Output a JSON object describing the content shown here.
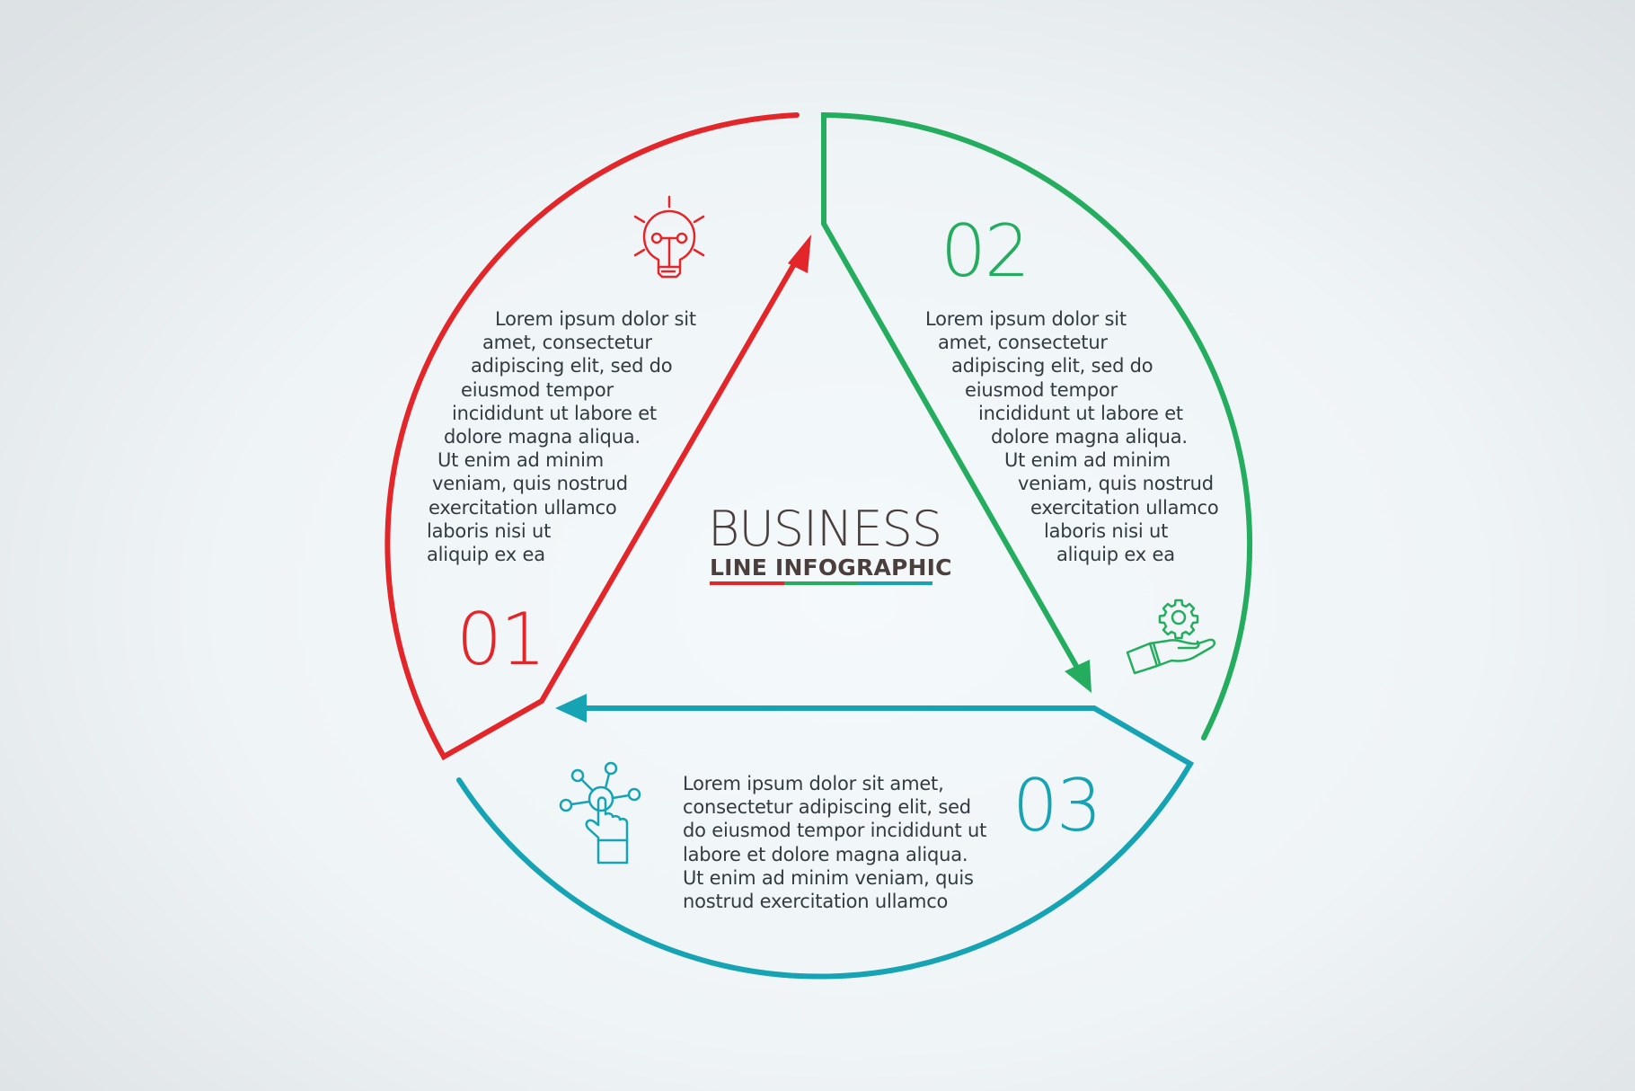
{
  "title": {
    "main": "BUSINESS",
    "sub": "LINE INFOGRAPHIC"
  },
  "colors": {
    "red": "#e3262a",
    "green": "#24ad5e",
    "teal": "#16a3b3",
    "text": "#333b40",
    "title": "#4a3f3d"
  },
  "steps": [
    {
      "number": "01",
      "color": "#e3262a",
      "icon": "lightbulb-icon",
      "lines": [
        "Lorem ipsum dolor sit",
        "amet, consectetur",
        "adipiscing elit, sed do",
        "eiusmod tempor",
        "incididunt ut labore et",
        "dolore magna aliqua.",
        "Ut enim ad minim",
        "veniam, quis nostrud",
        "exercitation ullamco",
        "laboris nisi ut",
        "aliquip ex ea"
      ]
    },
    {
      "number": "02",
      "color": "#24ad5e",
      "icon": "hand-gear-icon",
      "lines": [
        "Lorem ipsum dolor sit",
        "amet, consectetur",
        "adipiscing elit, sed do",
        "eiusmod tempor",
        "incididunt ut labore et",
        "dolore magna aliqua.",
        "Ut enim ad minim",
        "veniam, quis nostrud",
        "exercitation ullamco",
        "laboris nisi ut",
        "aliquip ex ea"
      ]
    },
    {
      "number": "03",
      "color": "#16a3b3",
      "icon": "touch-network-icon",
      "lines": [
        "Lorem ipsum dolor sit amet,",
        "consectetur adipiscing elit, sed",
        "do eiusmod tempor incididunt ut",
        "labore et dolore magna aliqua.",
        "Ut enim ad minim veniam, quis",
        "nostrud exercitation ullamco"
      ]
    }
  ]
}
